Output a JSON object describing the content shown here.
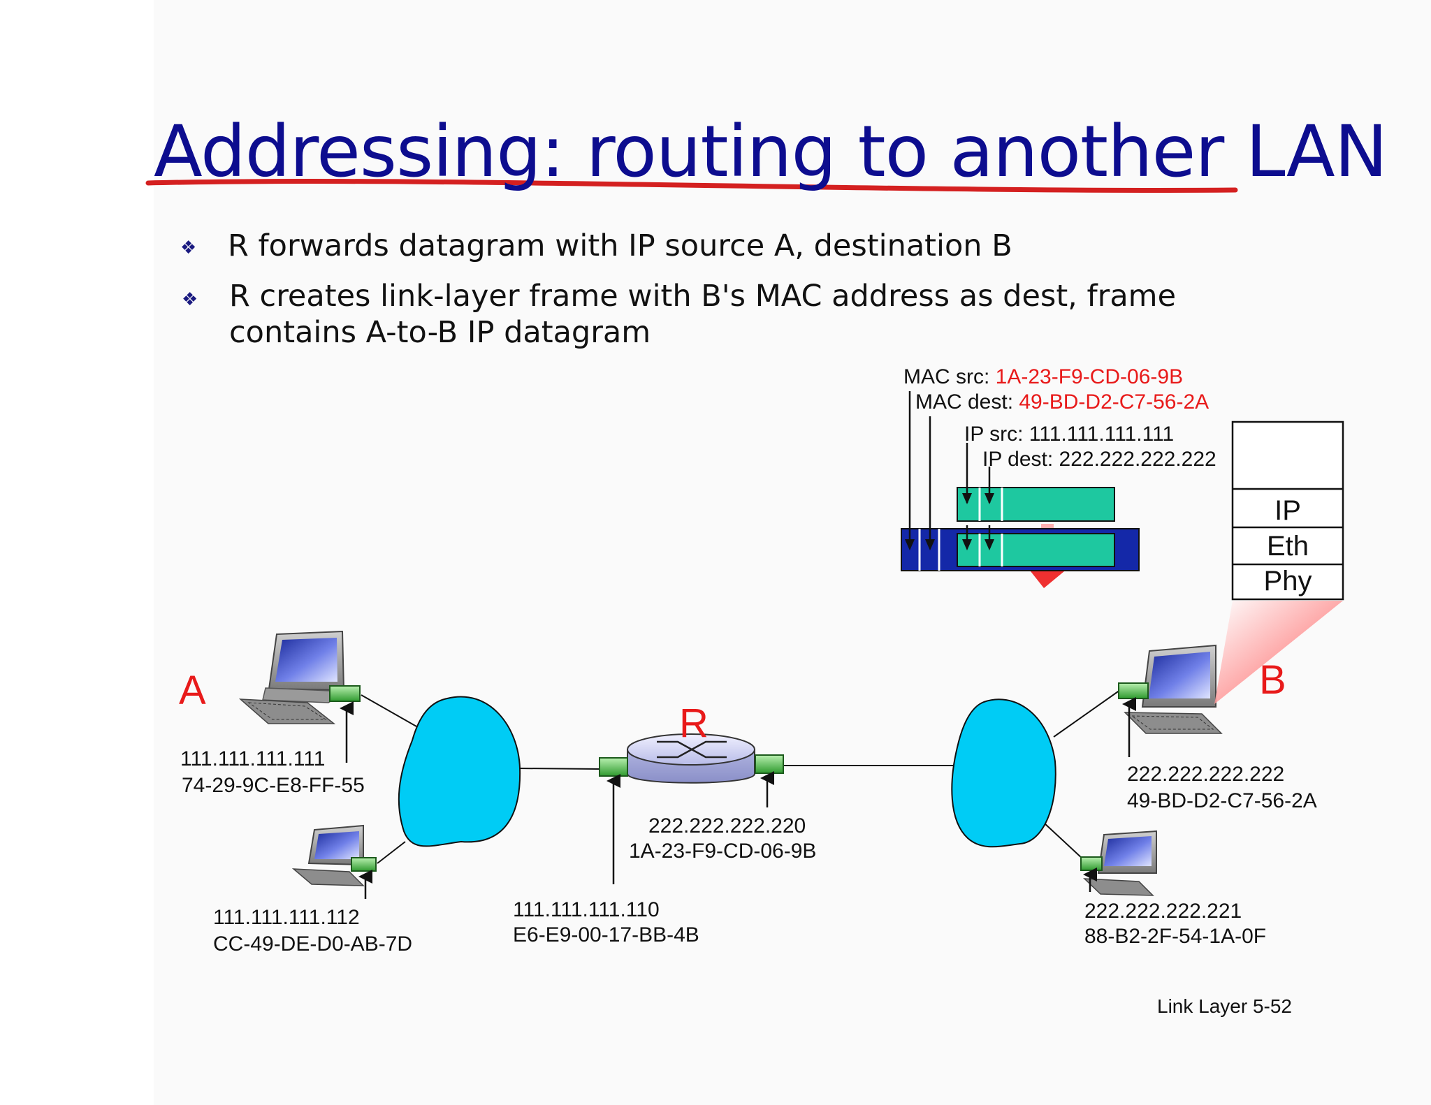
{
  "title": "Addressing: routing to another LAN",
  "bullets": [
    {
      "mark": "❖",
      "lines": [
        "R forwards datagram with IP source A, destination B"
      ]
    },
    {
      "mark": "❖",
      "lines": [
        "R creates link-layer frame with B's MAC address as dest, frame",
        "contains A-to-B IP datagram"
      ]
    }
  ],
  "frame_header": {
    "mac_src_label": "MAC src: ",
    "mac_src_value": "1A-23-F9-CD-06-9B",
    "mac_dest_label": "MAC dest: ",
    "mac_dest_value": "49-BD-D2-C7-56-2A",
    "ip_src": "IP src: 111.111.111.111",
    "ip_dest": "IP dest: 222.222.222.222"
  },
  "protocol_stack": [
    "IP",
    "Eth",
    "Phy"
  ],
  "nodes": {
    "A": {
      "name": "A",
      "ip": "111.111.111.111",
      "mac": "74-29-9C-E8-FF-55"
    },
    "host2": {
      "ip": "111.111.111.112",
      "mac": "CC-49-DE-D0-AB-7D"
    },
    "router": {
      "name": "R"
    },
    "router_left": {
      "ip": "111.111.111.110",
      "mac": "E6-E9-00-17-BB-4B"
    },
    "router_right": {
      "ip": "222.222.222.220",
      "mac": "1A-23-F9-CD-06-9B"
    },
    "B": {
      "name": "B",
      "ip": "222.222.222.222",
      "mac": "49-BD-D2-C7-56-2A"
    },
    "host4": {
      "ip": "222.222.222.221",
      "mac": "88-B2-2F-54-1A-0F"
    }
  },
  "footer": "Link Layer  5-52",
  "colors": {
    "title": "#0d0d8f",
    "underline": "#d42020",
    "highlight": "#e81a1a",
    "cloud": "#00ccf5",
    "frame_outer": "#1428a8",
    "frame_inner": "#1ec8a0",
    "adapter": "#3aa83a"
  }
}
